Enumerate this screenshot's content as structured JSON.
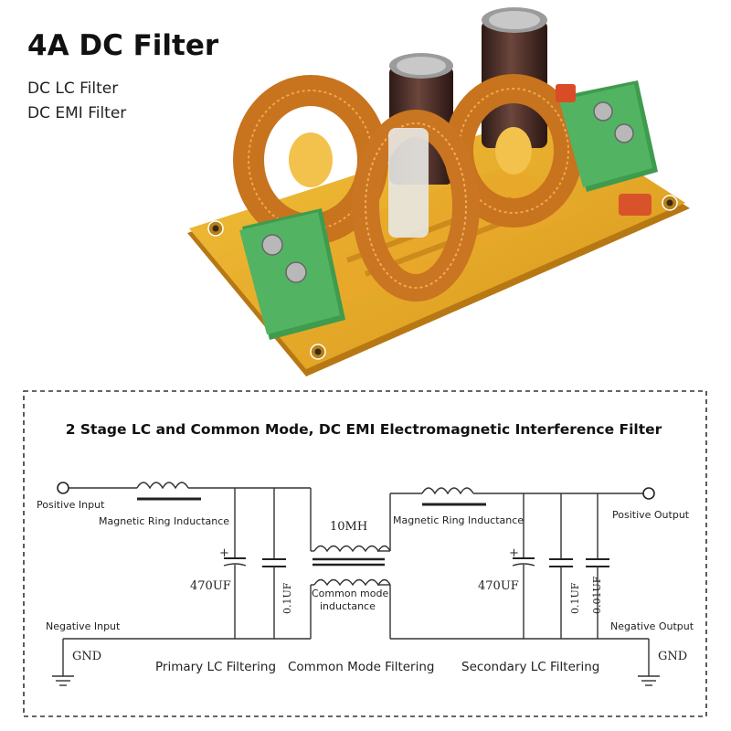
{
  "header": {
    "title": "4A DC Filter",
    "subtitles": [
      "DC LC Filter",
      "DC EMI Filter"
    ]
  },
  "schematic": {
    "title": "2 Stage LC and Common Mode, DC EMI Electromagnetic Interference Filter",
    "labels": {
      "positive_input": "Positive Input",
      "negative_input": "Negative Input",
      "positive_output": "Positive Output",
      "negative_output": "Negative Output",
      "gnd_left": "GND",
      "gnd_right": "GND",
      "inductor_left": "Magnetic Ring Inductance",
      "inductor_right": "Magnetic Ring Inductance",
      "cm_value": "10MH",
      "cm_label_line1": "Common mode",
      "cm_label_line2": "inductance",
      "cap_left_electrolytic": "470UF",
      "cap_left_ceramic": "0.1UF",
      "cap_right_electrolytic": "470UF",
      "cap_right_ceramic1": "0.1UF",
      "cap_right_ceramic2": "0.01UF",
      "plus_sign": "+"
    },
    "sections": [
      "Primary LC Filtering",
      "Common Mode Filtering",
      "Secondary LC Filtering"
    ]
  },
  "colors": {
    "pcb": "#e8a820",
    "copper": "#c8731e",
    "terminal": "#4cab5a",
    "capacitor": "#4a2a22",
    "text": "#111111"
  }
}
